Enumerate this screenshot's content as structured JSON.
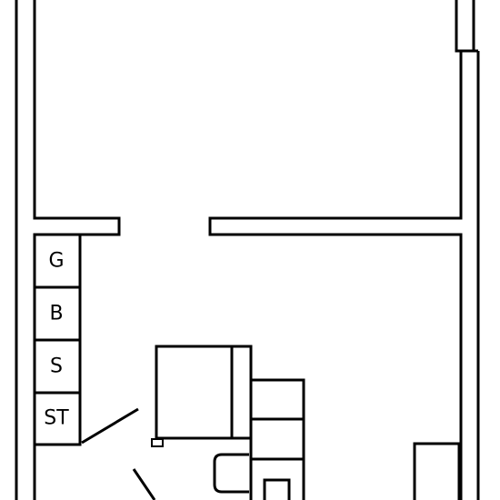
{
  "floorplan": {
    "closets": [
      {
        "id": "g",
        "label": "G"
      },
      {
        "id": "b",
        "label": "B"
      },
      {
        "id": "s",
        "label": "S"
      },
      {
        "id": "st",
        "label": "ST"
      }
    ]
  }
}
